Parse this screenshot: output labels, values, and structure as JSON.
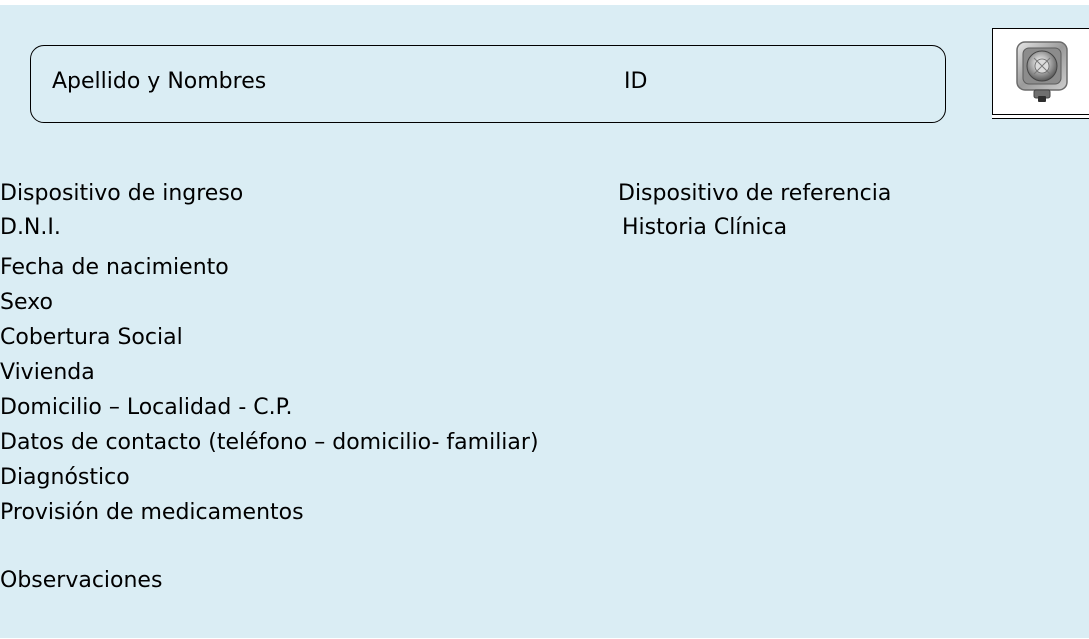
{
  "header": {
    "name_label": "Apellido y Nombres",
    "id_label": "ID"
  },
  "photo": {
    "icon": "camera-icon"
  },
  "fields_left": [
    "Dispositivo de ingreso",
    "D.N.I.",
    "Fecha de nacimiento",
    "Sexo",
    "Cobertura Social",
    "Vivienda",
    "Domicilio – Localidad - C.P.",
    "Datos de contacto (teléfono – domicilio- familiar)",
    "Diagnóstico",
    "Provisión de medicamentos",
    "Observaciones"
  ],
  "fields_right": [
    "Dispositivo de referencia",
    "Historia Clínica"
  ],
  "colors": {
    "panel_background": "#daedf4",
    "text": "#000000",
    "border": "#000000"
  }
}
